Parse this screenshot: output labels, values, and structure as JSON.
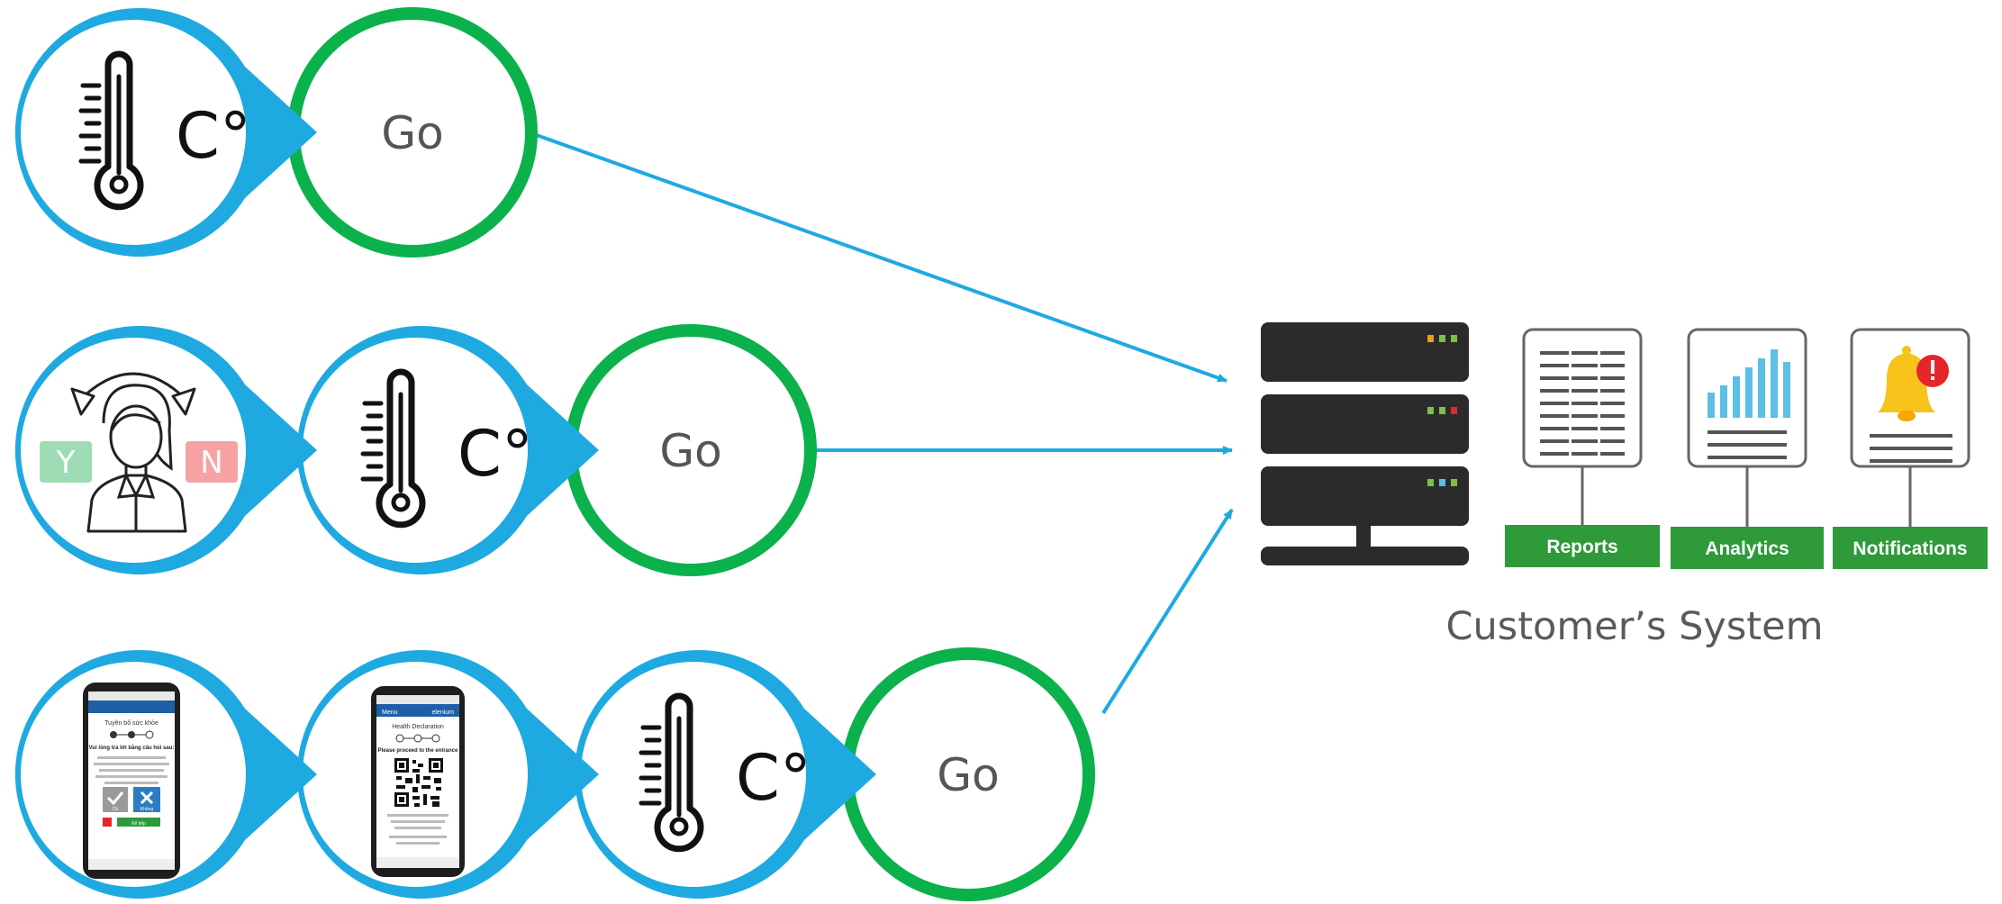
{
  "colors": {
    "blue": "#1fa9e1",
    "green": "#0bb14b",
    "label_green": "#2e9a3a",
    "server_dark": "#2b2b2b",
    "doc_border": "#666666",
    "bar_blue": "#5bbfe6",
    "bell_yellow": "#f7c21a",
    "alert_red": "#e5252a"
  },
  "rows": [
    {
      "icons": [
        "thermometer-celsius-icon"
      ],
      "go_label": "Go"
    },
    {
      "icons": [
        "person-yes-no-icon",
        "thermometer-celsius-icon"
      ],
      "go_label": "Go"
    },
    {
      "icons": [
        "phone-health-form-icon",
        "phone-qr-code-icon",
        "thermometer-celsius-icon"
      ],
      "go_label": "Go"
    }
  ],
  "celsius_label": "C°",
  "person_choice": {
    "yes": "Y",
    "no": "N"
  },
  "phones": {
    "form": {
      "title": "Tuyên bố sức khỏe",
      "question": "Vui lòng trả lời bằng câu hỏi sau:",
      "yes": "Có",
      "no": "Không",
      "submit": "Kế tiếp"
    },
    "qr": {
      "menu": "Menu",
      "brand": "elenium",
      "title": "Health Declaration",
      "subtitle": "Please proceed to the entrance"
    }
  },
  "server": {
    "status_leds": [
      [
        "#e2a21a",
        "#7bc142",
        "#7bc142"
      ],
      [
        "#7bc142",
        "#7bc142",
        "#e5252a"
      ],
      [
        "#7bc142",
        "#5bbfe6",
        "#7bc142"
      ]
    ]
  },
  "outputs": [
    {
      "label": "Reports",
      "icon": "report-document-icon"
    },
    {
      "label": "Analytics",
      "icon": "bar-chart-document-icon"
    },
    {
      "label": "Notifications",
      "icon": "bell-alert-document-icon"
    }
  ],
  "system_caption": "Customer’s System"
}
